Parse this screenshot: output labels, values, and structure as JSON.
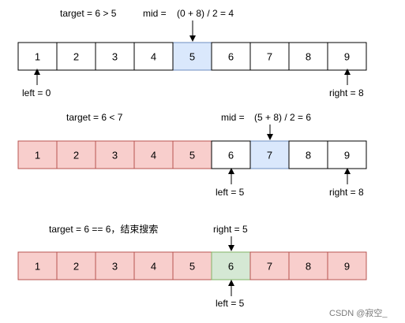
{
  "colors": {
    "default": "#ffffff",
    "excluded": "#f8cecc",
    "mid": "#dae8fc",
    "found": "#d5e8d4",
    "border_default": "#000000",
    "border_excluded": "#b85450",
    "border_mid": "#6c8ebf",
    "border_found": "#82b366"
  },
  "rows": [
    {
      "cells": [
        "1",
        "2",
        "3",
        "4",
        "5",
        "6",
        "7",
        "8",
        "9"
      ],
      "states": [
        "default",
        "default",
        "default",
        "default",
        "mid",
        "default",
        "default",
        "default",
        "default"
      ],
      "target_text": "target = 6 > 5",
      "mid_text": "mid =",
      "mid_expr": "(0 + 8)  / 2 = 4",
      "left_text": "left = 0",
      "right_text": "right = 8"
    },
    {
      "cells": [
        "1",
        "2",
        "3",
        "4",
        "5",
        "6",
        "7",
        "8",
        "9"
      ],
      "states": [
        "excluded",
        "excluded",
        "excluded",
        "excluded",
        "excluded",
        "default",
        "mid",
        "default",
        "default"
      ],
      "target_text": "target = 6 < 7",
      "mid_text": "mid =",
      "mid_expr": "(5 + 8)  / 2 = 6",
      "left_text": "left = 5",
      "right_text": "right = 8"
    },
    {
      "cells": [
        "1",
        "2",
        "3",
        "4",
        "5",
        "6",
        "7",
        "8",
        "9"
      ],
      "states": [
        "excluded",
        "excluded",
        "excluded",
        "excluded",
        "excluded",
        "found",
        "excluded",
        "excluded",
        "excluded"
      ],
      "target_text": "target = 6 == 6，结束搜索",
      "right_text": "right = 5",
      "left_text": "left = 5"
    }
  ],
  "watermark": "CSDN @寂空_"
}
